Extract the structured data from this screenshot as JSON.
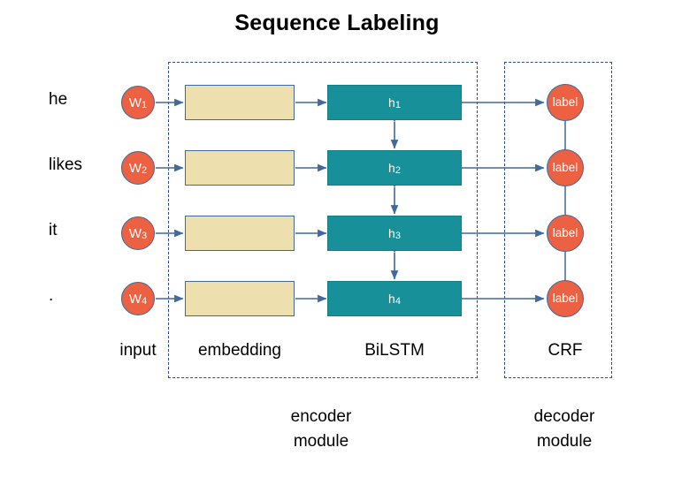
{
  "title": "Sequence Labeling",
  "colors": {
    "token_fill": "#ec6142",
    "node_stroke": "#41699c",
    "embedding_fill": "#ede0ae",
    "lstm_fill": "#17909a",
    "arrow": "#41699c",
    "frame_dash": "#2b4a8b",
    "text": "#000000",
    "background": "#ffffff"
  },
  "rows": [
    {
      "word": "he",
      "token": "W",
      "token_index": "1",
      "hidden": "h",
      "hidden_index": "1",
      "label": "label"
    },
    {
      "word": "likes",
      "token": "W",
      "token_index": "2",
      "hidden": "h",
      "hidden_index": "2",
      "label": "label"
    },
    {
      "word": "it",
      "token": "W",
      "token_index": "3",
      "hidden": "h",
      "hidden_index": "3",
      "label": "label"
    },
    {
      "word": ".",
      "token": "W",
      "token_index": "4",
      "hidden": "h",
      "hidden_index": "4",
      "label": "label"
    }
  ],
  "columns": {
    "input": "input",
    "embedding": "embedding",
    "bilstm": "BiLSTM",
    "crf": "CRF"
  },
  "modules": {
    "encoder_line1": "encoder",
    "encoder_line2": "module",
    "decoder_line1": "decoder",
    "decoder_line2": "module"
  },
  "chart_data": {
    "type": "diagram",
    "title": "Sequence Labeling",
    "description": "BiLSTM-CRF sequence labeling architecture with four timesteps",
    "layers": [
      "input",
      "embedding",
      "BiLSTM",
      "CRF"
    ],
    "input_tokens": [
      "he",
      "likes",
      "it",
      "."
    ],
    "token_nodes": [
      "W1",
      "W2",
      "W3",
      "W4"
    ],
    "hidden_nodes": [
      "h1",
      "h2",
      "h3",
      "h4"
    ],
    "output_nodes": [
      "label",
      "label",
      "label",
      "label"
    ],
    "modules": [
      "encoder module",
      "decoder module"
    ],
    "encoder_contains": [
      "embedding",
      "BiLSTM"
    ],
    "decoder_contains": [
      "CRF"
    ],
    "connections": {
      "token_to_embedding": "directed",
      "embedding_to_bilstm": "directed",
      "bilstm_to_label": "directed",
      "bilstm_vertical": "bidirectional",
      "label_vertical": "undirected-chain"
    }
  }
}
